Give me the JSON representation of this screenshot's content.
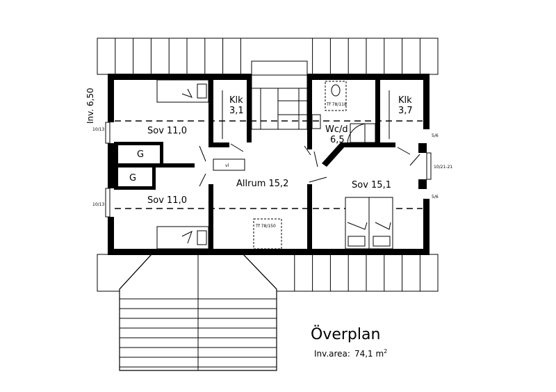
{
  "title": "Överplan",
  "area": {
    "label": "Inv.area:",
    "value": "74,1 m",
    "exp": "2"
  },
  "dimension_left": "Inv. 6,50",
  "rooms": {
    "sov_top": "Sov 11,0",
    "sov_bottom": "Sov 11,0",
    "allrum": "Allrum 15,2",
    "sov_right": "Sov 15,1",
    "klk_left_name": "Klk",
    "klk_left_area": "3,1",
    "klk_right_name": "Klk",
    "klk_right_area": "3,7",
    "wc_name": "Wc/d",
    "wc_area": "6,5",
    "g_top": "G",
    "g_bottom": "G",
    "vl": "vl"
  },
  "notes": {
    "tf_wc": "Tf 78/118",
    "tf_allrum": "Tf 78/150",
    "win_left_top": "10/13",
    "win_left_bottom": "10/13",
    "win_right_top": "5/6",
    "win_right_mid": "10/21-21",
    "win_right_bottom": "5/6"
  }
}
